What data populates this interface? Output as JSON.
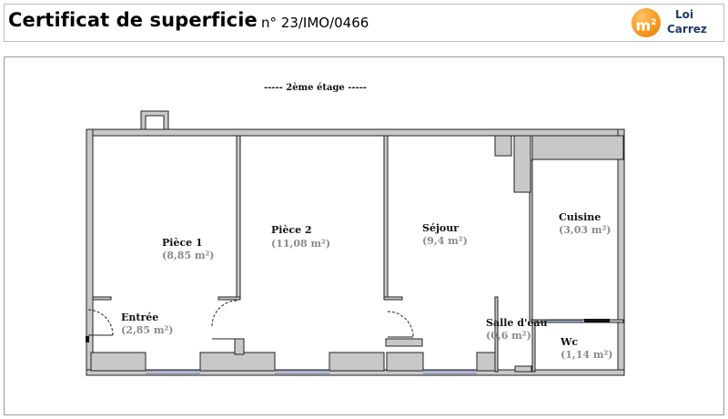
{
  "header": {
    "title": "Certificat de superficie",
    "certificate_number": "n° 23/IMO/0466",
    "logo_symbol": "m",
    "logo_superscript": "2",
    "logo_line1": "Loi",
    "logo_line2": "Carrez"
  },
  "plan": {
    "floor_label": "----- 2ème étage -----",
    "rooms": [
      {
        "name": "Pièce 1",
        "area": "(8,85 m²)"
      },
      {
        "name": "Pièce 2",
        "area": "(11,08 m²)"
      },
      {
        "name": "Séjour",
        "area": "(9,4 m²)"
      },
      {
        "name": "Cuisine",
        "area": "(3,03 m²)"
      },
      {
        "name": "Entrée",
        "area": "(2,85 m²)"
      },
      {
        "name": "Salle d'eau",
        "area": "(0,6 m²)"
      },
      {
        "name": "Wc",
        "area": "(1,14 m²)"
      }
    ]
  },
  "colors": {
    "wall_fill": "#c8c8c8",
    "wall_stroke": "#222222",
    "logo_orange": "#f59a1d",
    "logo_text": "#1f3a70",
    "area_text": "#8a8a8a"
  }
}
